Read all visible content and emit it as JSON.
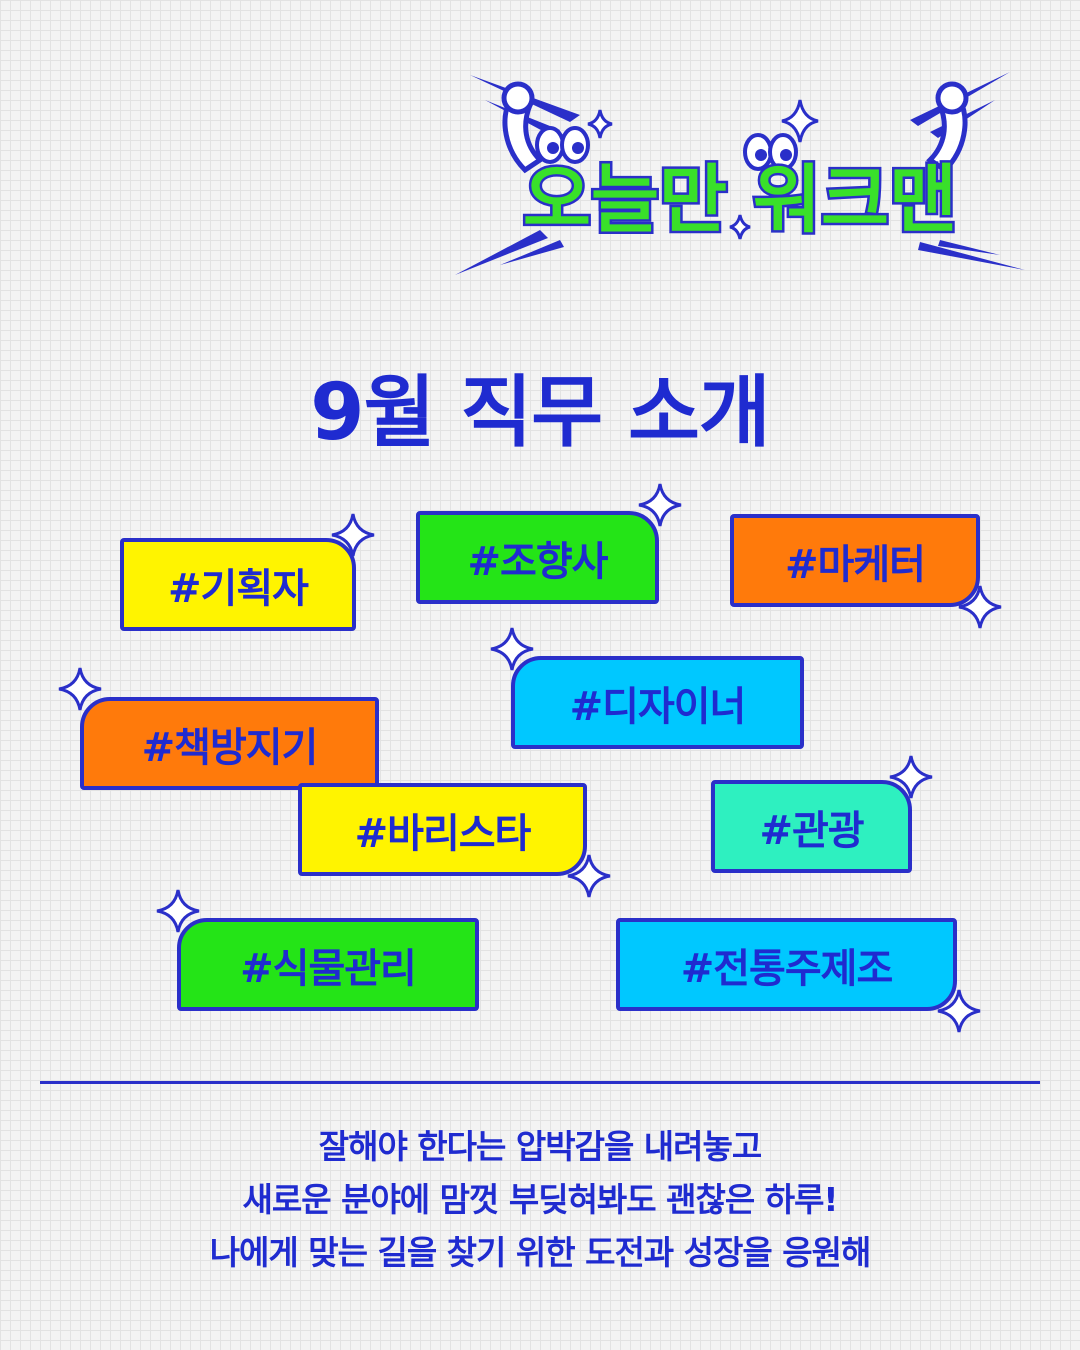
{
  "logo": {
    "text": "오늘만 워크맨"
  },
  "title": "9월 직무 소개",
  "tags": [
    {
      "label": "#기획자"
    },
    {
      "label": "#조향사"
    },
    {
      "label": "#마케터"
    },
    {
      "label": "#디자이너"
    },
    {
      "label": "#책방지기"
    },
    {
      "label": "#바리스타"
    },
    {
      "label": "#관광"
    },
    {
      "label": "#식물관리"
    },
    {
      "label": "#전통주제조"
    }
  ],
  "description": [
    "잘해야 한다는 압박감을 내려놓고",
    "새로운 분야에 맘껏 부딪혀봐도 괜찮은 하루!",
    "나에게 맞는 길을 찾기 위한 도전과 성장을 응원해"
  ],
  "colors": {
    "text": "#1f2bd0",
    "border": "#2a2fc9",
    "yellow": "#fff400",
    "green": "#24e417",
    "orange": "#ff7a0b",
    "cyan": "#00c8ff",
    "mint": "#2ef0c0"
  },
  "icons": [
    "sparkle-icon",
    "mascot-eyes-icon",
    "mascot-arm-icon"
  ]
}
